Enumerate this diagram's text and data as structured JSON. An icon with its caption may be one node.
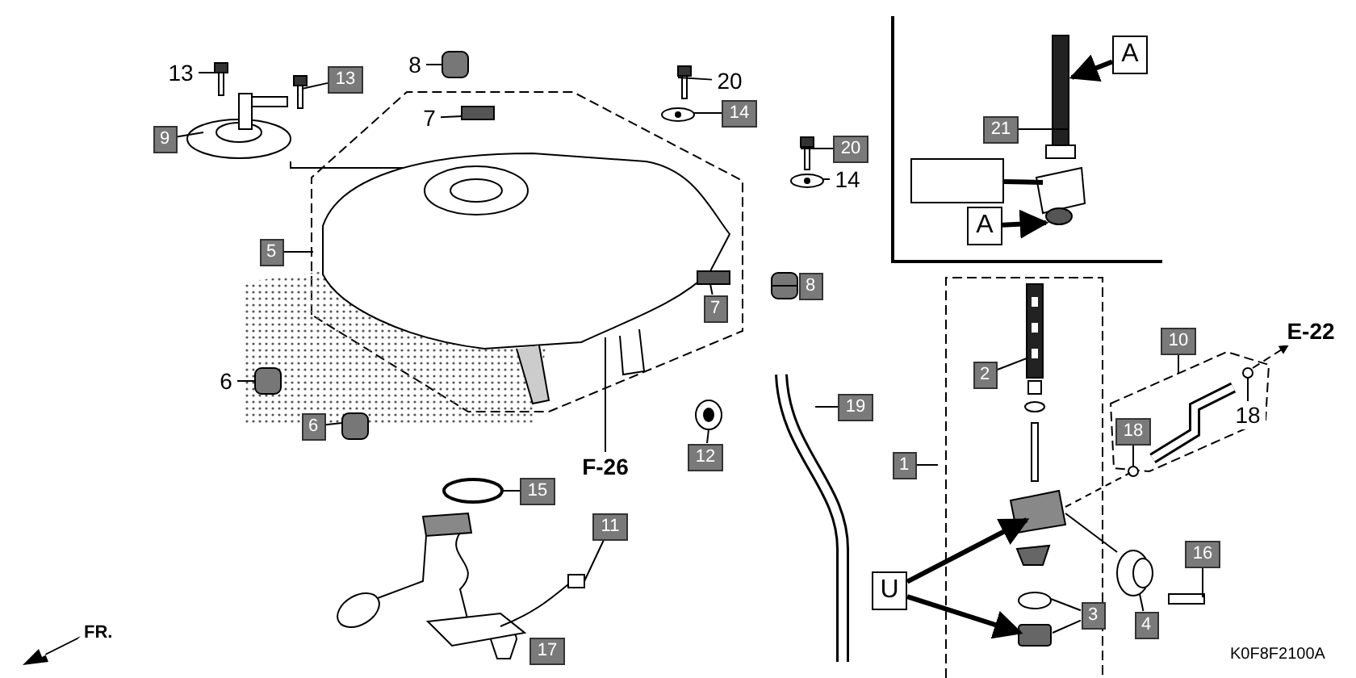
{
  "diagram": {
    "nodes": [
      {
        "text": [
          "13"
        ]
      },
      {
        "text": [
          "13"
        ]
      },
      {
        "text": [
          "8"
        ]
      },
      {
        "text": [
          "20"
        ]
      },
      {
        "text": [
          "7"
        ]
      },
      {
        "text": [
          "14"
        ]
      },
      {
        "text": [
          "9"
        ]
      },
      {
        "text": [
          "20"
        ]
      },
      {
        "text": [
          "14"
        ]
      },
      {
        "text": [
          "5"
        ]
      },
      {
        "text": [
          "8"
        ]
      },
      {
        "text": [
          "7"
        ]
      },
      {
        "text": [
          "6"
        ]
      },
      {
        "text": [
          "6"
        ]
      },
      {
        "text": [
          "12"
        ]
      },
      {
        "text": [
          "19"
        ]
      },
      {
        "text": [
          "F-26"
        ]
      },
      {
        "text": [
          "15"
        ]
      },
      {
        "text": [
          "11"
        ]
      },
      {
        "text": [
          "17"
        ]
      },
      {
        "text": [
          "A"
        ]
      },
      {
        "text": [
          "21"
        ]
      },
      {
        "text": [],
        "shape": "box"
      },
      {
        "text": [
          "A"
        ]
      },
      {
        "text": [
          "10"
        ]
      },
      {
        "text": [
          "E-22"
        ]
      },
      {
        "text": [
          "2"
        ]
      },
      {
        "text": [
          "18"
        ]
      },
      {
        "text": [
          "18"
        ]
      },
      {
        "text": [
          "1"
        ]
      },
      {
        "text": [
          "U"
        ]
      },
      {
        "text": [
          "16"
        ]
      },
      {
        "text": [
          "3"
        ]
      },
      {
        "text": [
          "4"
        ]
      },
      {
        "text": [],
        "shape": "picture"
      },
      {
        "text": [],
        "shape": "picture"
      },
      {
        "text": [],
        "shape": "box"
      },
      {
        "text": [],
        "shape": "picture"
      },
      {
        "text": [],
        "shape": "box"
      },
      {
        "text": [],
        "shape": "picture"
      },
      {
        "text": [],
        "shape": "picture"
      },
      {
        "text": [],
        "shape": "picture"
      },
      {
        "text": [],
        "shape": "picture"
      },
      {
        "text": [],
        "shape": "picture"
      },
      {
        "text": [],
        "shape": "box"
      },
      {
        "text": [],
        "shape": "box"
      },
      {
        "text": [],
        "shape": "box"
      },
      {
        "text": [],
        "shape": "box"
      },
      {
        "text": [],
        "shape": "picture"
      },
      {
        "text": [],
        "shape": "picture"
      },
      {
        "text": [],
        "shape": "picture"
      },
      {
        "text": [],
        "shape": "picture"
      },
      {
        "text": [],
        "shape": "picture"
      },
      {
        "text": [],
        "shape": "picture"
      },
      {
        "text": [],
        "shape": "circle"
      },
      {
        "text": [],
        "shape": "circle"
      },
      {
        "text": [],
        "shape": "picture"
      },
      {
        "text": [],
        "shape": "circle"
      },
      {
        "text": [],
        "shape": "box"
      },
      {
        "text": [],
        "shape": "picture"
      },
      {
        "text": [],
        "shape": "box"
      }
    ],
    "edges": [
      {
        "from": 0,
        "to": 34,
        "arrow": "none"
      },
      {
        "from": 1,
        "to": 35,
        "arrow": "none"
      },
      {
        "from": 2,
        "to": 36,
        "arrow": "none"
      },
      {
        "from": 3,
        "to": 37,
        "arrow": "none"
      },
      {
        "from": 4,
        "to": 38,
        "arrow": "none"
      },
      {
        "from": 5,
        "to": 39,
        "arrow": "none"
      },
      {
        "from": 6,
        "to": 40,
        "arrow": "none"
      },
      {
        "from": 7,
        "to": 41,
        "arrow": "none"
      },
      {
        "from": 8,
        "to": 42,
        "arrow": "none"
      },
      {
        "from": 9,
        "to": 43,
        "arrow": "none"
      },
      {
        "from": 10,
        "to": 44,
        "arrow": "none"
      },
      {
        "from": 11,
        "to": 45,
        "arrow": "none"
      },
      {
        "from": 12,
        "to": 46,
        "arrow": "none"
      },
      {
        "from": 13,
        "to": 47,
        "arrow": "none"
      },
      {
        "from": 14,
        "to": 48,
        "arrow": "none"
      },
      {
        "from": 15,
        "to": 49,
        "arrow": "none"
      },
      {
        "from": 43,
        "to": 16,
        "arrow": "none"
      },
      {
        "from": 17,
        "to": 50,
        "arrow": "none"
      },
      {
        "from": 18,
        "to": 51,
        "arrow": "none"
      },
      {
        "from": 20,
        "to": 52,
        "arrow": "to",
        "style": "thick"
      },
      {
        "from": 21,
        "to": 52,
        "arrow": "none"
      },
      {
        "from": 22,
        "to": 52,
        "arrow": "none",
        "style": "thick"
      },
      {
        "from": 23,
        "to": 52,
        "arrow": "to",
        "style": "thick"
      },
      {
        "from": 24,
        "to": null,
        "arrow": "none"
      },
      {
        "from": 54,
        "to": 25,
        "arrow": "to",
        "style": "dashed"
      },
      {
        "from": 26,
        "to": 53,
        "arrow": "none"
      },
      {
        "from": 27,
        "to": 54,
        "arrow": "none"
      },
      {
        "from": 28,
        "to": 55,
        "arrow": "none"
      },
      {
        "from": 29,
        "to": null,
        "arrow": "none"
      },
      {
        "from": 30,
        "to": 56,
        "arrow": "to",
        "style": "thick"
      },
      {
        "from": 30,
        "to": 58,
        "arrow": "to",
        "style": "thick"
      },
      {
        "from": 31,
        "to": 60,
        "arrow": "none"
      },
      {
        "from": 32,
        "to": 57,
        "arrow": "none"
      },
      {
        "from": 32,
        "to": 58,
        "arrow": "none"
      },
      {
        "from": 33,
        "to": 59,
        "arrow": "none"
      }
    ],
    "labels": [
      "FR.",
      "K0F8F2100A"
    ]
  }
}
